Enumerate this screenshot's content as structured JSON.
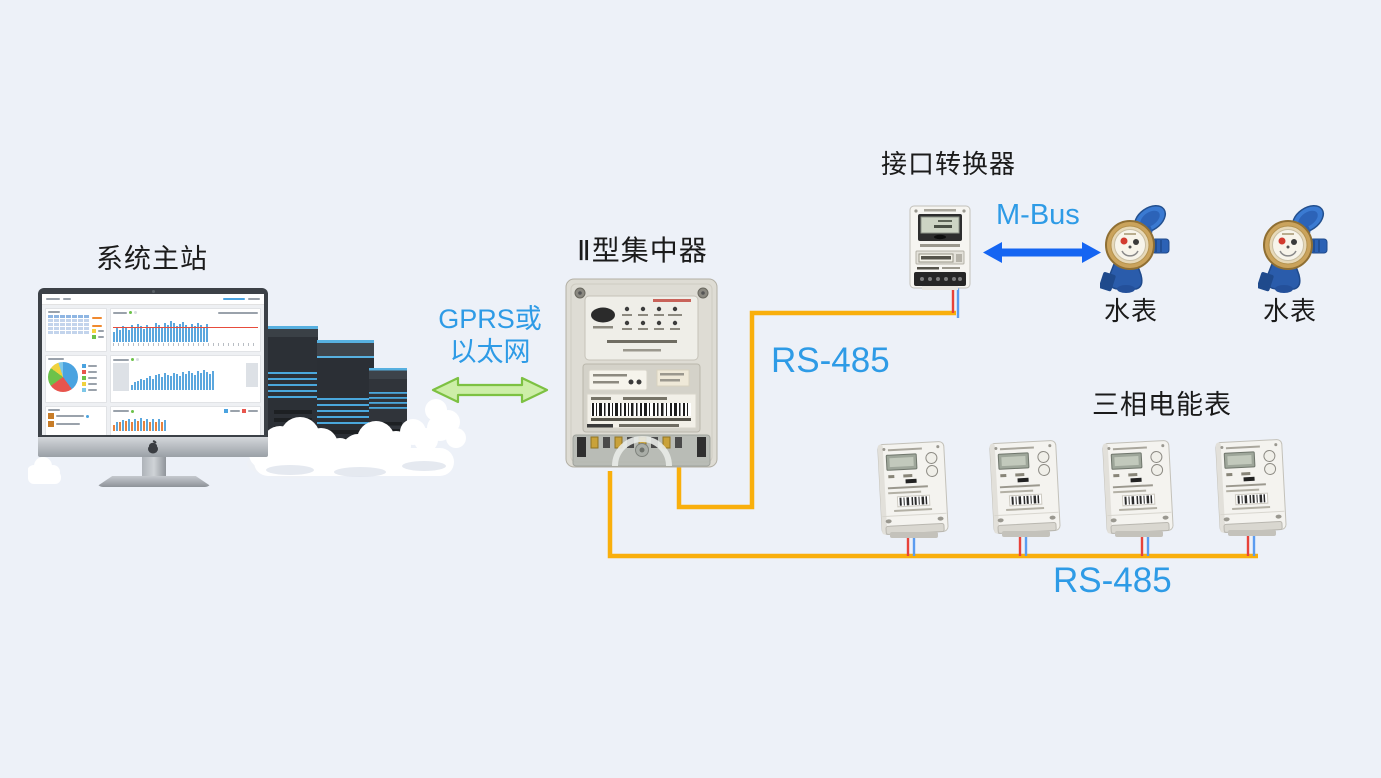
{
  "page": {
    "background": "#EDF1F8"
  },
  "colors": {
    "label_text": "#1B1B1B",
    "link_text": "#2E9BE6",
    "wire_orange": "#F9AF0C",
    "wire_red": "#E8423A",
    "wire_blue": "#5B9CF0",
    "mbus_arrow_blue": "#1565F2",
    "gprs_arrow_fill": "#CDEEA8",
    "gprs_arrow_stroke": "#7DC142"
  },
  "nodes": {
    "master_station": {
      "label": "系统主站",
      "type": "monitor-with-server-cloud"
    },
    "concentrator": {
      "label": "Ⅱ型集中器",
      "type": "concentrator-device"
    },
    "converter": {
      "label": "接口转换器",
      "type": "interface-converter-device"
    },
    "water_meter_1": {
      "label": "水表",
      "type": "water-meter"
    },
    "water_meter_2": {
      "label": "水表",
      "type": "water-meter"
    },
    "three_phase_meters": {
      "label": "三相电能表",
      "type": "three-phase-energy-meter",
      "count": 4
    }
  },
  "links": {
    "gprs": {
      "from": "master_station",
      "to": "concentrator",
      "line1": "GPRS或",
      "line2": "以太网",
      "style": "green-double-arrow"
    },
    "rs485_converter": {
      "from": "concentrator",
      "to": "converter",
      "label": "RS-485",
      "style": "orange-wire"
    },
    "mbus": {
      "from": "converter",
      "to": "water_meter_1",
      "label": "M-Bus",
      "style": "blue-double-arrow"
    },
    "rs485_bus": {
      "from": "concentrator",
      "to": "three_phase_meters",
      "label": "RS-485",
      "style": "orange-wire-bus"
    }
  },
  "screen": {
    "chart1_bars": [
      38,
      52,
      46,
      60,
      55,
      48,
      65,
      58,
      70,
      62,
      50,
      66,
      58,
      54,
      72,
      64,
      56,
      75,
      66,
      80,
      72,
      62,
      68,
      76,
      66,
      58,
      70,
      60,
      74,
      64,
      55,
      68
    ],
    "chart1_line_pct": 42,
    "chart2_bars": [
      20,
      30,
      36,
      42,
      38,
      46,
      52,
      44,
      56,
      60,
      50,
      64,
      58,
      52,
      66,
      60,
      54,
      70,
      62,
      74,
      66,
      58,
      72,
      64,
      76,
      68,
      60,
      72
    ],
    "chart3_pairs": [
      [
        40,
        55
      ],
      [
        55,
        70
      ],
      [
        60,
        78
      ],
      [
        58,
        74
      ],
      [
        62,
        80
      ],
      [
        60,
        76
      ],
      [
        58,
        74
      ],
      [
        56,
        72
      ],
      [
        54,
        70
      ]
    ],
    "pie": [
      {
        "color": "#4AA3E0",
        "pct": 40
      },
      {
        "color": "#E8554D",
        "pct": 25
      },
      {
        "color": "#6CC24A",
        "pct": 20
      },
      {
        "color": "#F0D23E",
        "pct": 10
      },
      {
        "color": "#7EC8E8",
        "pct": 5
      }
    ]
  }
}
